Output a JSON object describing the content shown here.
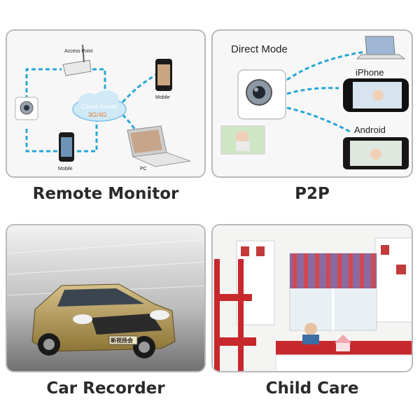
{
  "panels": [
    {
      "caption": "Remote Monitor",
      "labels": {
        "access_point": "Access Point",
        "cloud": "Cloud Server",
        "network": "3G/4G",
        "mobile_top": "Mobile",
        "mobile_bottom": "Mobile",
        "pc": "PC"
      }
    },
    {
      "caption": "P2P",
      "labels": {
        "direct_mode": "Direct Mode",
        "iphone": "iPhone",
        "android": "Android"
      }
    },
    {
      "caption": "Car Recorder",
      "plate": "新视扬会"
    },
    {
      "caption": "Child Care"
    }
  ],
  "colors": {
    "dash_line": "#26a7d6",
    "panel_border": "#b9b9b9",
    "caption_text": "#2a2a2a"
  }
}
